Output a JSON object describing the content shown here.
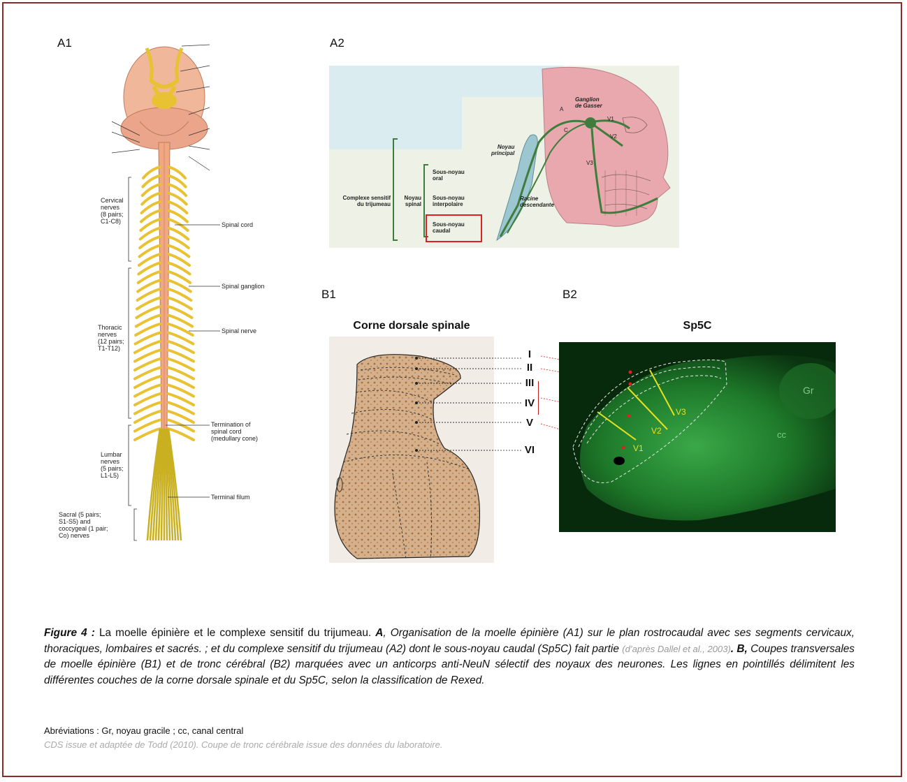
{
  "panels": {
    "a1": "A1",
    "a2": "A2",
    "b1": "B1",
    "b2": "B2"
  },
  "a1_labels": {
    "cervical": [
      "Cervical",
      "nerves",
      "(8 pairs;",
      "C1-C8)"
    ],
    "thoracic": [
      "Thoracic",
      "nerves",
      "(12 pairs;",
      "T1-T12)"
    ],
    "lumbar": [
      "Lumbar",
      "nerves",
      "(5 pairs;",
      "L1-L5)"
    ],
    "sacral": [
      "Sacral (5 pairs;",
      "S1-S5) and",
      "coccygeal (1 pair;",
      "Co) nerves"
    ],
    "spinal_cord": "Spinal cord",
    "spinal_ganglion": "Spinal ganglion",
    "spinal_nerve": "Spinal nerve",
    "termination": [
      "Termination of",
      "spinal cord",
      "(medullary cone)"
    ],
    "terminal_filum": "Terminal filum"
  },
  "a2_labels": {
    "complexe": [
      "Complexe sensitif",
      "du trijumeau"
    ],
    "noyau_spinal": [
      "Noyau",
      "spinal"
    ],
    "sous_noyau_oral": [
      "Sous-noyau",
      "oral"
    ],
    "sous_noyau_interpolaire": [
      "Sous-noyau",
      "interpolaire"
    ],
    "sous_noyau_caudal": [
      "Sous-noyau",
      "caudal"
    ],
    "noyau_principal": [
      "Noyau",
      "principal"
    ],
    "racine": [
      "Racine",
      "descendante"
    ],
    "ganglion": [
      "Ganglion",
      "de Gasser"
    ],
    "a": "A",
    "c": "C",
    "v1": "V1",
    "v2": "V2",
    "v3": "V3"
  },
  "b1": {
    "title": "Corne dorsale spinale",
    "layers": [
      "I",
      "II",
      "III",
      "IV",
      "V",
      "VI"
    ]
  },
  "b2": {
    "title": "Sp5C",
    "gr": "Gr",
    "cc": "cc",
    "v1": "V1",
    "v2": "V2",
    "v3": "V3"
  },
  "caption": {
    "fig_label": "Figure 4 :",
    "title": " La moelle épinière et le complexe sensitif du trijumeau. ",
    "a_label": "A",
    "a_text": ", Organisation de la moelle épinière (A1) sur le plan rostrocaudal avec ses segments cervicaux, thoraciques, lombaires et sacrés. ; et du complexe sensitif du trijumeau (A2) dont le sous-noyau caudal (Sp5C) fait partie ",
    "a_cite": "(d’après Dallel et al., 2003)",
    "b_label": ". B,",
    "b_text": " Coupes transversales de moelle épinière (B1) et de tronc cérébral (B2) marquées avec un anticorps anti-NeuN sélectif des noyaux des neurones. Les lignes en pointillés délimitent les différentes couches de la corne dorsale spinale et du Sp5C, selon la classification de Rexed.",
    "abbreviations": "Abréviations : Gr, noyau gracile ; cc, canal central",
    "source": "CDS issue et adaptée de Todd (2010). Coupe de tronc cérébrale issue des données du laboratoire."
  },
  "colors": {
    "frame": "#8c2a2a",
    "cord": "#f0a882",
    "nerve": "#e8c232",
    "a2_face": "#e8a8ae",
    "a2_nerve": "#3f7d3c",
    "b1_bg": "#c89a6e",
    "b2_bg": "#0c3a12",
    "b2_line": "#e8e020",
    "marker_red": "#e02020"
  }
}
